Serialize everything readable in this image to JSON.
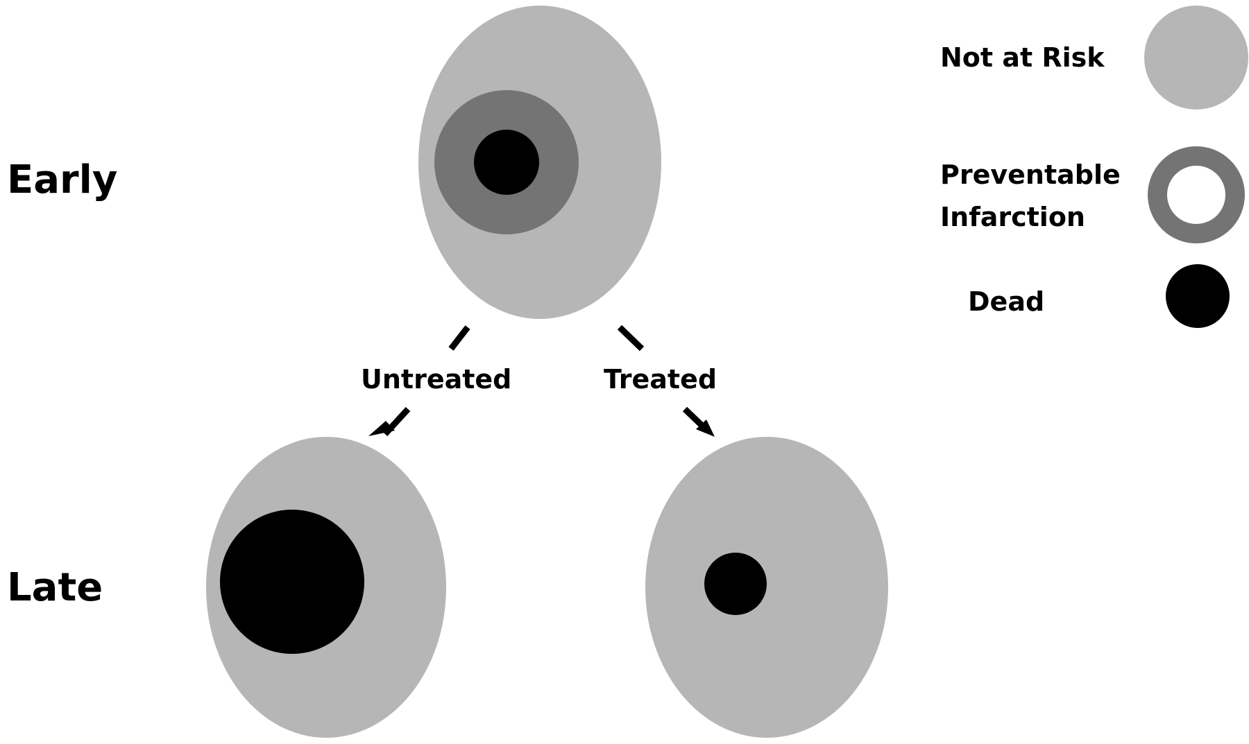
{
  "rows": {
    "early": "Early",
    "late": "Late"
  },
  "branches": {
    "untreated": "Untreated",
    "treated": "Treated"
  },
  "legend": {
    "not_at_risk": "Not at Risk",
    "preventable_line1": "Preventable",
    "preventable_line2": "Infarction",
    "dead": "Dead"
  },
  "colors": {
    "not_at_risk": "#b6b6b6",
    "preventable": "#747474",
    "dead": "#000000",
    "background": "#ffffff"
  }
}
